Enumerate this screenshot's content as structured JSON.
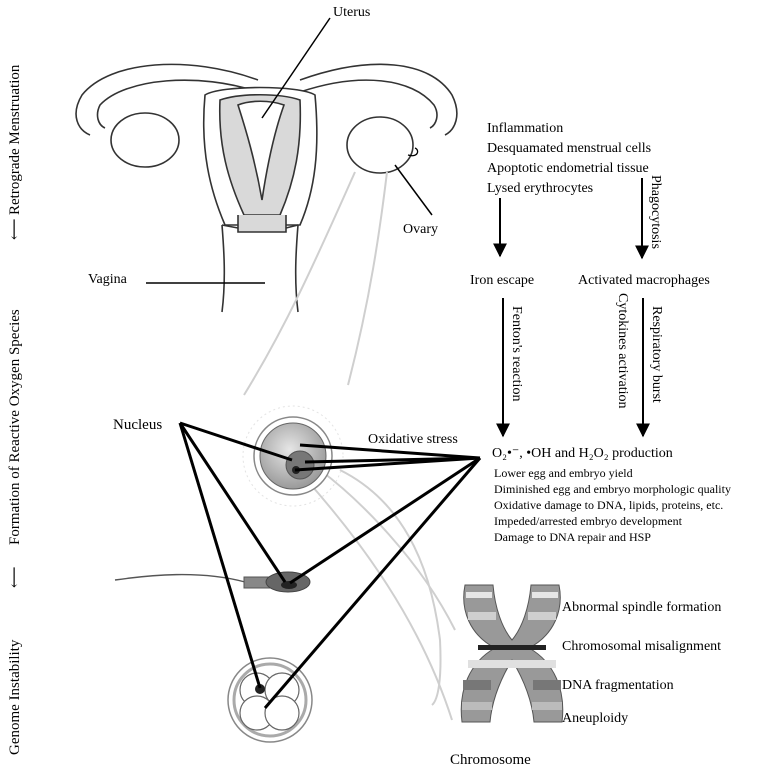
{
  "side_labels": {
    "top": "Retrograde Menstruation",
    "middle": "Formation of Reactive Oxygen Species",
    "bottom": "Genome Instability"
  },
  "anatomy": {
    "uterus": "Uterus",
    "ovary": "Ovary",
    "vagina": "Vagina",
    "nucleus": "Nucleus",
    "chromosome": "Chromosome"
  },
  "causes": [
    "Inflammation",
    "Desquamated menstrual cells",
    "Apoptotic endometrial tissue",
    "Lysed erythrocytes"
  ],
  "flow": {
    "phagocytosis": "Phagocytosis",
    "iron_escape": "Iron escape",
    "activated_macrophages": "Activated macrophages",
    "fentons_reaction": "Fenton's reaction",
    "cytokines_activation": "Cytokines activation",
    "respiratory_burst": "Respiratory burst",
    "oxidative_stress": "Oxidative stress",
    "production": "O₂•⁻, •OH and H₂O₂ production"
  },
  "effects": [
    "Lower egg and embryo yield",
    "Diminished egg and embryo morphologic quality",
    "Oxidative damage to DNA, lipids, proteins, etc.",
    "Impeded/arrested embryo development",
    "Damage to DNA repair and HSP"
  ],
  "chromosome_effects": [
    "Abnormal spindle formation",
    "Chromosomal misalignment",
    "DNA fragmentation",
    "Aneuploidy"
  ],
  "colors": {
    "tissue_fill": "#d9d9d9",
    "light_line": "#cfcfcf",
    "dark": "#000000"
  }
}
